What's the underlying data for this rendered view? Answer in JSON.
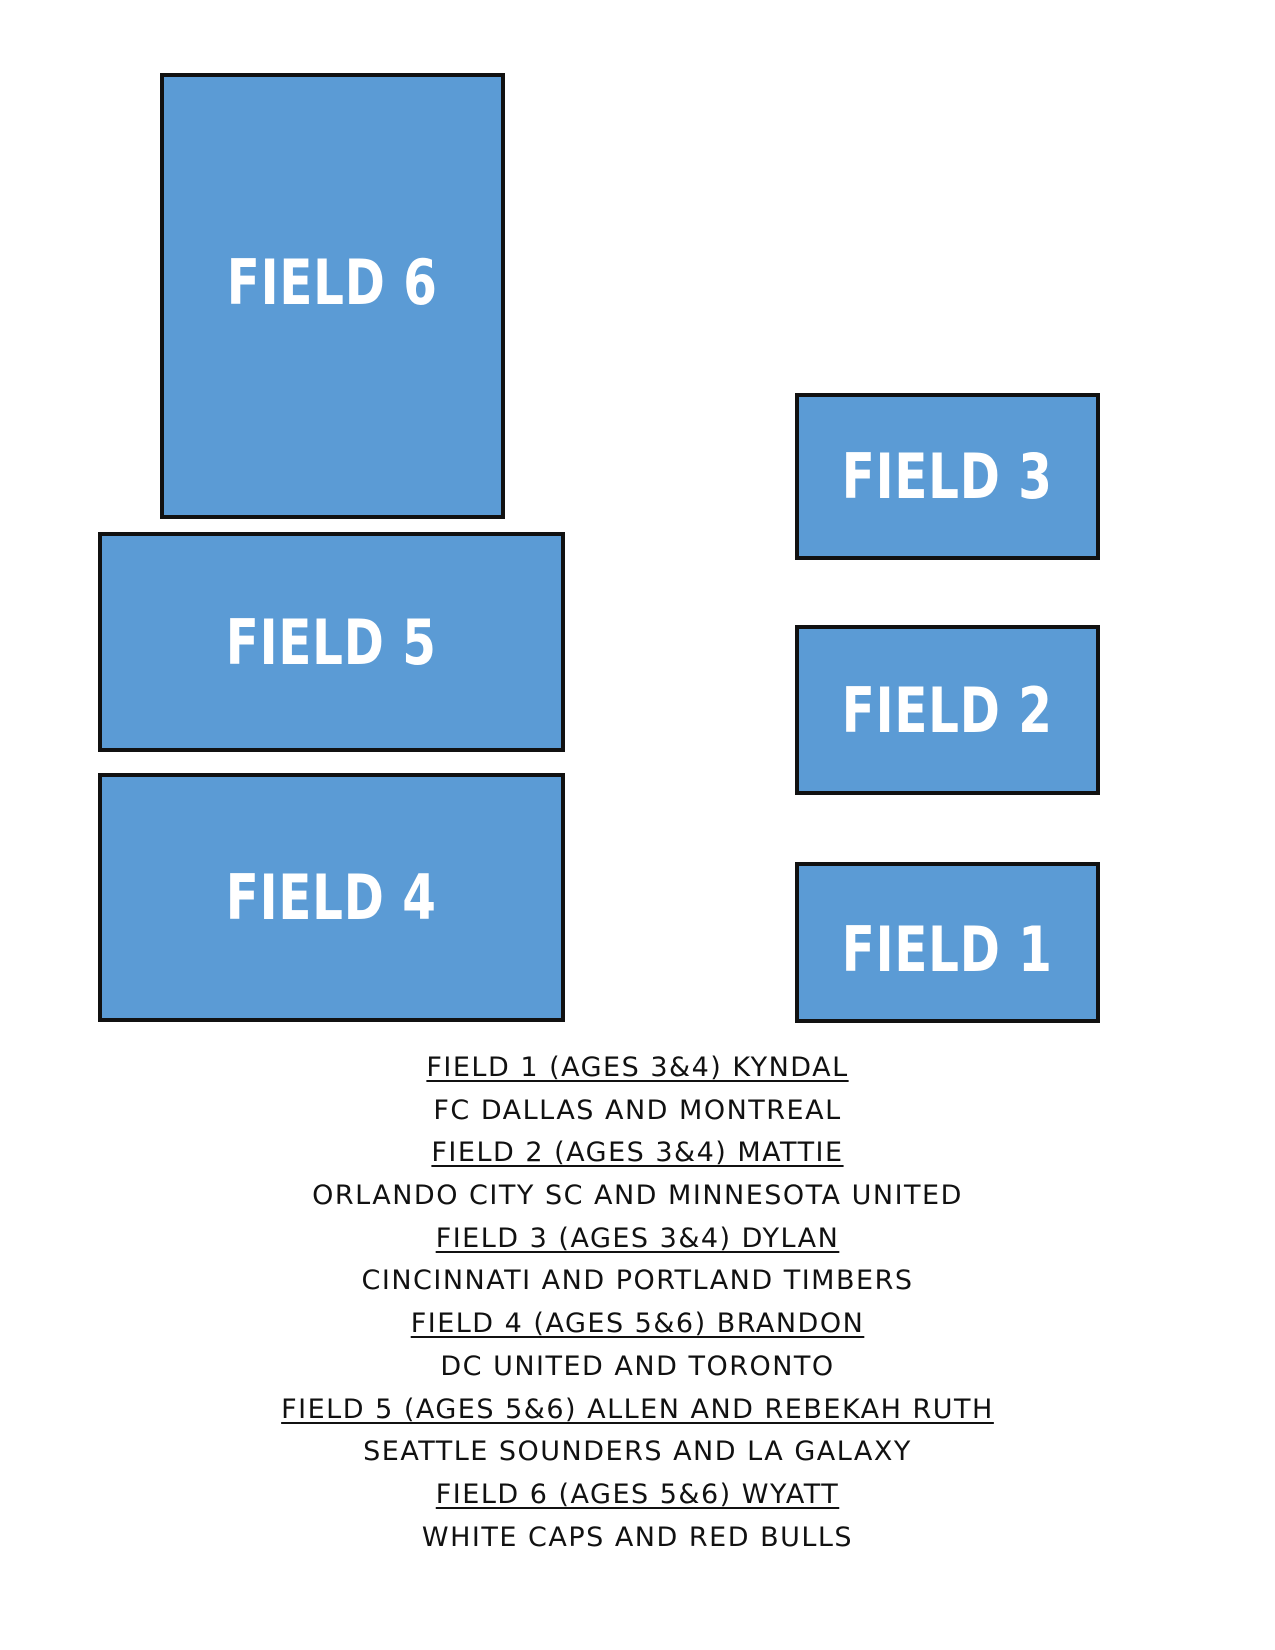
{
  "colors": {
    "field_fill": "#5b9bd5",
    "field_border": "#111111",
    "field_text": "#ffffff",
    "legend_text": "#111111",
    "background": "#ffffff"
  },
  "fields": {
    "field_6": "FIELD 6",
    "field_5": "FIELD 5",
    "field_4": "FIELD 4",
    "field_3": "FIELD 3",
    "field_2": "FIELD 2",
    "field_1": "FIELD 1"
  },
  "legend": [
    {
      "heading": "FIELD 1 (AGES 3&4) KYNDAL",
      "teams": "FC DALLAS AND MONTREAL"
    },
    {
      "heading": "FIELD 2 (AGES 3&4) MATTIE",
      "teams": "ORLANDO CITY SC AND MINNESOTA UNITED"
    },
    {
      "heading": "FIELD 3 (AGES 3&4) DYLAN",
      "teams": "CINCINNATI AND PORTLAND TIMBERS"
    },
    {
      "heading": "FIELD 4 (AGES 5&6) BRANDON",
      "teams": "DC UNITED AND TORONTO"
    },
    {
      "heading": "FIELD 5 (AGES 5&6) ALLEN AND REBEKAH RUTH",
      "teams": "SEATTLE SOUNDERS AND LA GALAXY"
    },
    {
      "heading": "FIELD 6 (AGES 5&6) WYATT",
      "teams": "WHITE CAPS AND RED BULLS"
    }
  ]
}
